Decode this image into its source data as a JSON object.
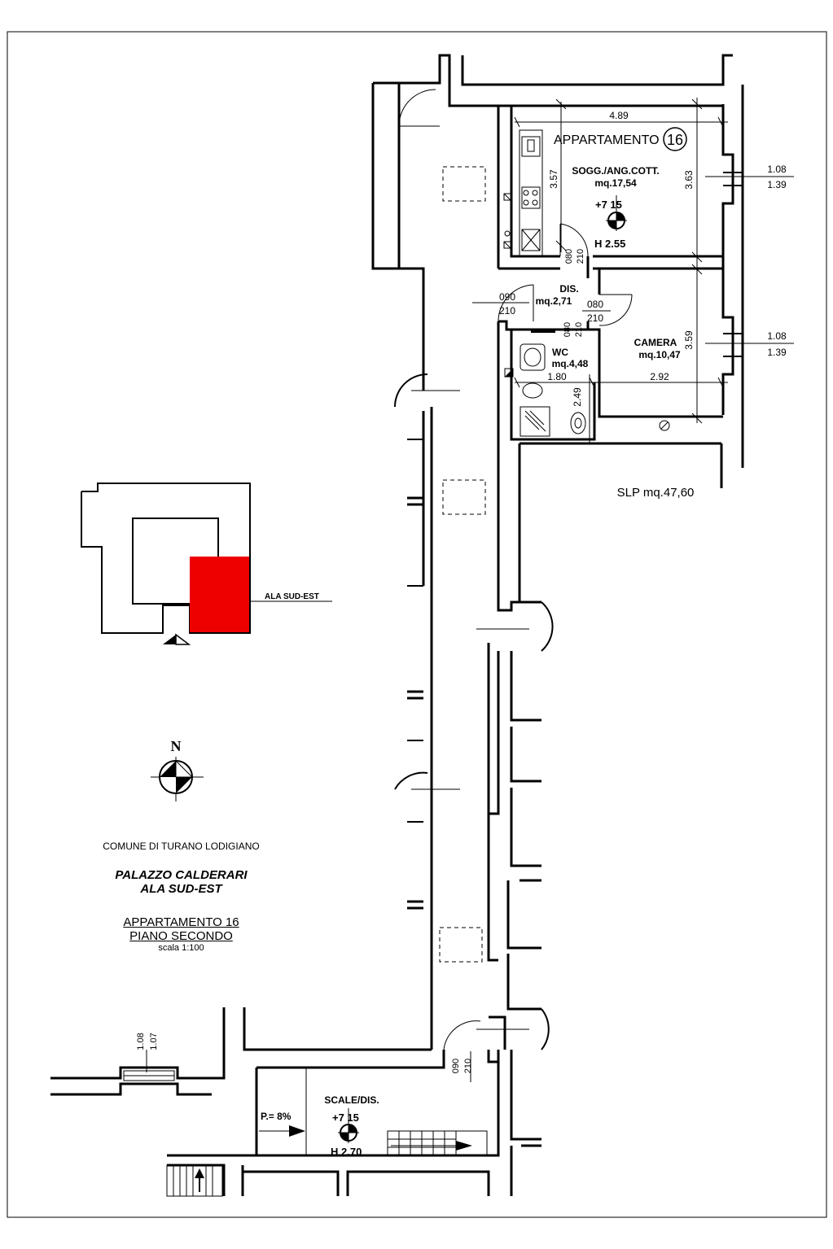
{
  "apartment": {
    "title": "APPARTAMENTO",
    "number": "16",
    "slp": "SLP  mq.47,60"
  },
  "rooms": {
    "living": {
      "name": "SOGG./ANG.COTT.",
      "area": "mq.17,54",
      "level": "+7  15",
      "height": "H  2.55"
    },
    "dis": {
      "name": "DIS.",
      "area": "mq.2,71"
    },
    "wc": {
      "name": "WC",
      "area": "mq.4,48"
    },
    "camera": {
      "name": "CAMERA",
      "area": "mq.10,47"
    },
    "stairs": {
      "name": "SCALE/DIS.",
      "level": "+7  15",
      "height": "H  2.70",
      "slope": "P.=  8%"
    }
  },
  "dimensions": {
    "living_width": "4.89",
    "living_depth_left": "3.57",
    "living_depth_right": "3.63",
    "window1_w": "1.08",
    "window1_h": "1.39",
    "camera_depth": "3.59",
    "window2_w": "1.08",
    "window2_h": "1.39",
    "wc_width": "1.80",
    "camera_width": "2.92",
    "wc_depth": "2.49",
    "door_living_w": "080",
    "door_living_h": "210",
    "door_entry_w": "090",
    "door_entry_h": "210",
    "door_camera_w": "080",
    "door_camera_h": "210",
    "door_wc_w": "080",
    "door_wc_h": "210",
    "door_stair_w": "090",
    "door_stair_h": "210",
    "stair_window_w": "1.08",
    "stair_window_h": "1.07"
  },
  "keyplan": {
    "label": "ALA SUD-EST",
    "highlight_color": "#ee0000"
  },
  "north": "N",
  "title_block": {
    "municipality": "COMUNE DI TURANO LODIGIANO",
    "building": "PALAZZO CALDERARI",
    "wing": "ALA SUD-EST",
    "unit": "APPARTAMENTO 16",
    "floor": "PIANO SECONDO",
    "scale": "scala 1:100"
  }
}
